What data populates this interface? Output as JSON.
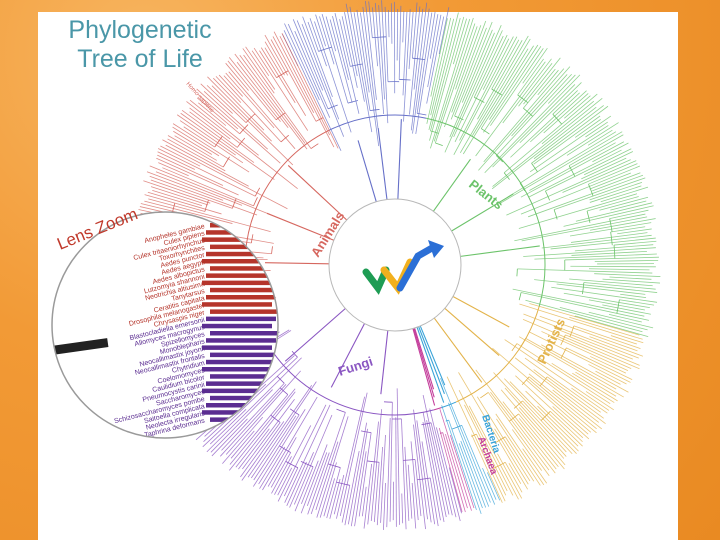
{
  "title_line1": "Phylogenetic",
  "title_line2": "Tree of Life",
  "lens_title": "Lens Zoom",
  "groups": {
    "animals": {
      "label": "Animals",
      "color": "#d6675f"
    },
    "plants": {
      "label": "Plants",
      "color": "#6cc36a"
    },
    "protists": {
      "label": "Protists",
      "color": "#e3b34a"
    },
    "fungi": {
      "label": "Fungi",
      "color": "#8a56c2"
    },
    "bacteria": {
      "label": "Bacteria",
      "color": "#3aa3d8"
    },
    "archaea": {
      "label": "Archaea",
      "color": "#c43e9b"
    },
    "top": {
      "color": "#6670c8"
    }
  },
  "highlight_label": "Homo sapiens",
  "lens_species": [
    "Anopheles gambiae",
    "Culex pipiens",
    "Culex tritaeniorhynchus",
    "Toxorhynchites",
    "Aedes punctor",
    "Aedes aegypti",
    "Aedes albopictus",
    "Lutzomyia shannoni",
    "Neotrichia altiusima",
    "Tanytarsus",
    "Ceratitis capitata",
    "Drosophila melanogaster",
    "Chrysaspis niger",
    "Blastocladiella emersonii",
    "Allomyces macrogynus",
    "Spizellomyces",
    "Monoblepharis",
    "Neocallimastix joyonii",
    "Neocallimastix frontalis",
    "Chytridium",
    "Coelomomyces",
    "Caulidium bicolor",
    "Pneumocystis carinii",
    "Saccharomyces",
    "Schizosaccharomyces pombe",
    "Saitoella complicata",
    "Neolecta irregularis",
    "Taphrina deformans"
  ],
  "logo": {
    "colors": [
      "#1e9c54",
      "#f2b01e",
      "#2b6fd6"
    ]
  }
}
